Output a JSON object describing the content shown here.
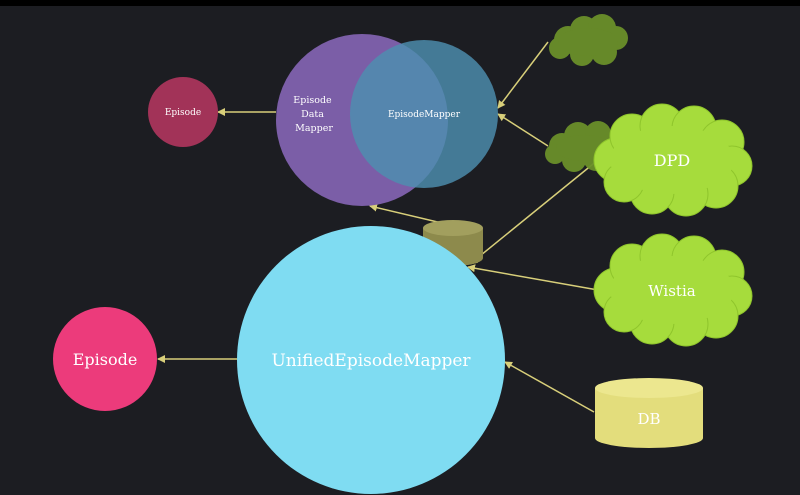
{
  "nodes": {
    "episode_small": {
      "label": "Episode",
      "color": "#a23358"
    },
    "episode_data_mapper": {
      "lines": [
        "Episode",
        "Data",
        "Mapper"
      ],
      "color": "#7b5ea7"
    },
    "episode_mapper": {
      "label": "EpisodeMapper",
      "color": "#4d8fb0"
    },
    "cloud_top_1": {
      "label": "",
      "color": "#6a8f2a"
    },
    "cloud_top_2": {
      "label": "",
      "color": "#6a8f2a"
    },
    "dpd": {
      "label": "DPD",
      "color": "#a6dc3c"
    },
    "wistia": {
      "label": "Wistia",
      "color": "#a6dc3c"
    },
    "db_small": {
      "label": "",
      "color": "#8d8a4c"
    },
    "db": {
      "label": "DB",
      "color": "#e3dd7c"
    },
    "unified_episode_mapper": {
      "label": "UnifiedEpisodeMapper",
      "color": "#7fdcf2"
    },
    "episode_large": {
      "label": "Episode",
      "color": "#ec3b7b"
    }
  },
  "arrow_color": "#d8cf7a"
}
